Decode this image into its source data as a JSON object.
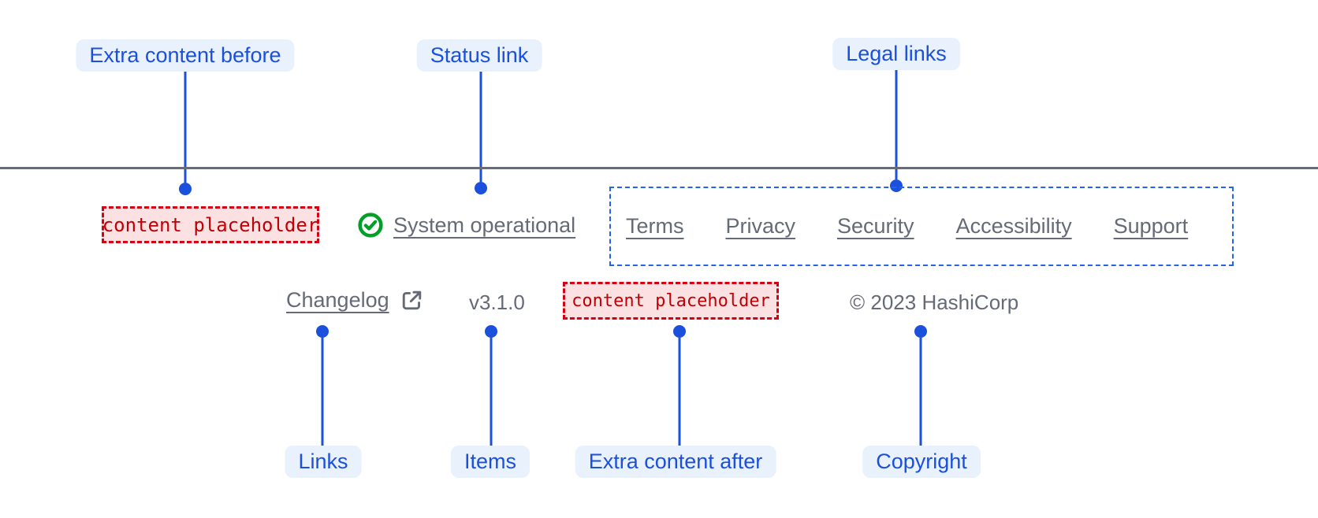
{
  "colors": {
    "accent_blue": "#1b50dc",
    "callout_label_bg": "#e8f1fc",
    "legal_dashed_border_blue": "#2563eb",
    "link_text_gray": "#656a76",
    "divider_gray": "#686c76",
    "placeholder_text_red": "#c00005",
    "placeholder_bg_pink": "#fbe1e2",
    "placeholder_border_red": "#d40014",
    "status_success_green": "#00a028"
  },
  "anatomy": {
    "top_labels": [
      {
        "label": "Extra content before"
      },
      {
        "label": "Status link"
      },
      {
        "label": "Legal links"
      }
    ],
    "bottom_labels": [
      {
        "label": "Links"
      },
      {
        "label": "Items"
      },
      {
        "label": "Extra content after"
      },
      {
        "label": "Copyright"
      }
    ]
  },
  "footer": {
    "extra_content_before": {
      "placeholder": "content placeholder"
    },
    "status_link": {
      "label": "System operational",
      "icon": "check-circle-icon"
    },
    "legal_links": {
      "items": [
        {
          "label": "Terms"
        },
        {
          "label": "Privacy"
        },
        {
          "label": "Security"
        },
        {
          "label": "Accessibility"
        },
        {
          "label": "Support"
        }
      ]
    },
    "links": {
      "changelog_label": "Changelog",
      "changelog_icon": "external-link-icon"
    },
    "items": {
      "version": "v3.1.0"
    },
    "extra_content_after": {
      "placeholder": "content placeholder"
    },
    "copyright": {
      "text": "© 2023 HashiCorp"
    }
  }
}
